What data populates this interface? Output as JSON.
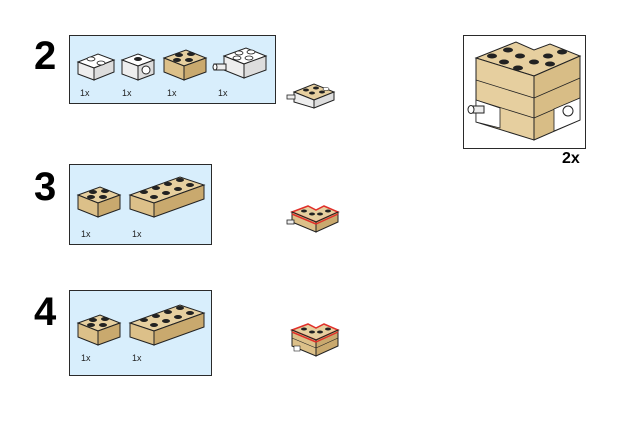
{
  "steps": [
    {
      "number": "2",
      "parts": [
        {
          "name": "white 1x2 brick",
          "qty": "1x"
        },
        {
          "name": "white 1x1 technic brick with hole",
          "qty": "1x"
        },
        {
          "name": "tan 2x2 brick",
          "qty": "1x"
        },
        {
          "name": "white 2x2 brick with pin",
          "qty": "1x"
        }
      ]
    },
    {
      "number": "3",
      "parts": [
        {
          "name": "tan 2x2 brick",
          "qty": "1x"
        },
        {
          "name": "tan 2x4 brick",
          "qty": "1x"
        }
      ]
    },
    {
      "number": "4",
      "parts": [
        {
          "name": "tan 2x2 brick",
          "qty": "1x"
        },
        {
          "name": "tan 2x4 brick",
          "qty": "1x"
        }
      ]
    }
  ],
  "subassembly": {
    "multiplier": "2x"
  },
  "colors": {
    "parts_bg": "#d8eefc",
    "tan": "#e6cf9f",
    "tan_dark": "#c9a96e",
    "white": "#ffffff",
    "highlight": "#e0302a"
  }
}
